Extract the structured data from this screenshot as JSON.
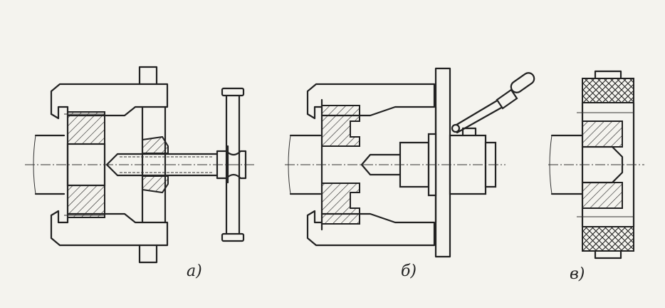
{
  "captions": {
    "a": "а)",
    "b": "б)",
    "v": "в)"
  },
  "colors": {
    "ink": "#222222",
    "paper": "#f4f3ee"
  }
}
